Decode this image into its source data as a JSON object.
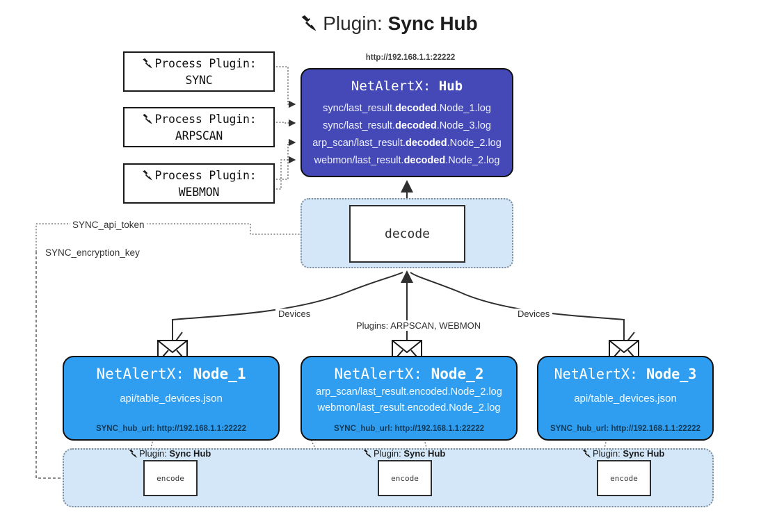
{
  "title": {
    "icon": "plug-icon",
    "prefix": "Plugin: ",
    "name": "Sync Hub"
  },
  "process_plugins": [
    {
      "icon": "plug-icon",
      "line1": "Process Plugin:",
      "line2": "SYNC"
    },
    {
      "icon": "plug-icon",
      "line1": "Process Plugin:",
      "line2": "ARPSCAN"
    },
    {
      "icon": "plug-icon",
      "line1": "Process Plugin:",
      "line2": "WEBMON"
    }
  ],
  "hub": {
    "url": "http://192.168.1.1:22222",
    "title_prefix": "NetAlertX: ",
    "title_name": "Hub",
    "lines": [
      {
        "pre": "sync/last_result.",
        "mid": "decoded",
        "post": ".Node_1.log"
      },
      {
        "pre": "sync/last_result.",
        "mid": "decoded",
        "post": ".Node_3.log"
      },
      {
        "pre": "arp_scan/last_result.",
        "mid": "decoded",
        "post": ".Node_2.log"
      },
      {
        "pre": "webmon/last_result.",
        "mid": "decoded",
        "post": ".Node_2.log"
      }
    ]
  },
  "decode": {
    "label": "decode"
  },
  "routes": {
    "api_token": "SYNC_api_token",
    "encryption_key": "SYNC_encryption_key",
    "devices_left": "Devices",
    "devices_right": "Devices",
    "plugins_mid": "Plugins: ARPSCAN, WEBMON"
  },
  "nodes": [
    {
      "title_prefix": "NetAlertX: ",
      "title_name": "Node_1",
      "lines": [
        "api/table_devices.json"
      ],
      "hub_url_key": "SYNC_hub_url: ",
      "hub_url": "http://192.168.1.1:22222",
      "envelope_icon": "envelope-icon"
    },
    {
      "title_prefix": "NetAlertX: ",
      "title_name": "Node_2",
      "lines": [
        "arp_scan/last_result.encoded.Node_2.log",
        "webmon/last_result.encoded.Node_2.log"
      ],
      "hub_url_key": "SYNC_hub_url: ",
      "hub_url": "http://192.168.1.1:22222",
      "envelope_icon": "envelope-icon"
    },
    {
      "title_prefix": "NetAlertX: ",
      "title_name": "Node_3",
      "lines": [
        "api/table_devices.json"
      ],
      "hub_url_key": "SYNC_hub_url: ",
      "hub_url": "http://192.168.1.1:22222",
      "envelope_icon": "envelope-icon"
    }
  ],
  "encode_group": [
    {
      "label_icon": "plug-icon",
      "label_prefix": "Plugin: ",
      "label_name": "Sync Hub",
      "box": "encode"
    },
    {
      "label_icon": "plug-icon",
      "label_prefix": "Plugin: ",
      "label_name": "Sync Hub",
      "box": "encode"
    },
    {
      "label_icon": "plug-icon",
      "label_prefix": "Plugin: ",
      "label_name": "Sync Hub",
      "box": "encode"
    }
  ],
  "colors": {
    "hub_fill": "#4549b8",
    "node_fill": "#2f9ef1",
    "container_fill": "#d3e7f8",
    "stroke": "#111111",
    "dotted_stroke": "#7d8a96"
  }
}
